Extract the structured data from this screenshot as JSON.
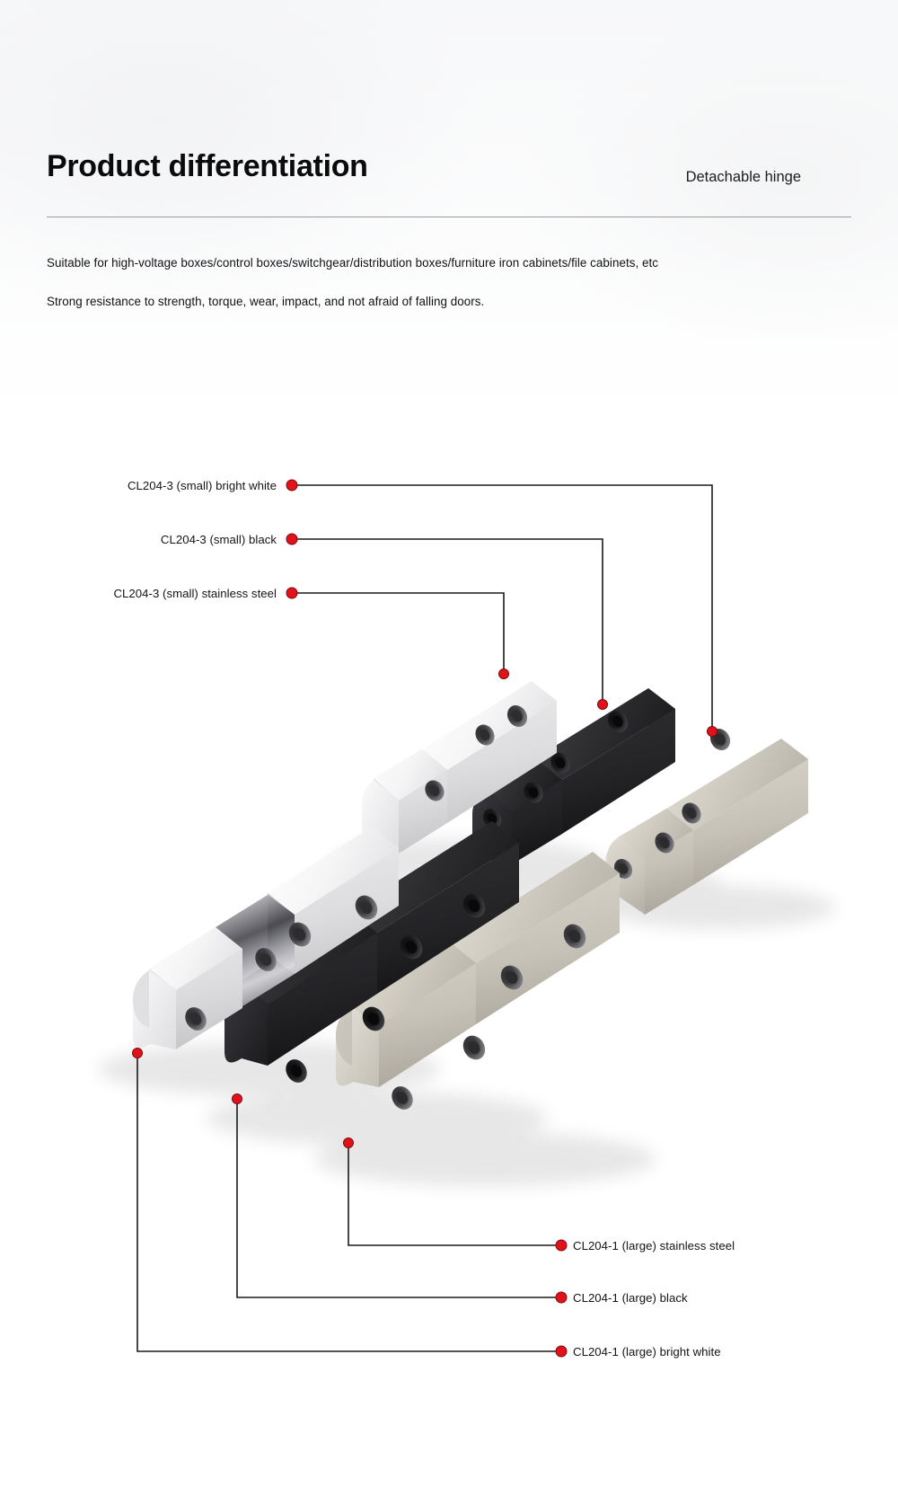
{
  "header": {
    "title": "Product differentiation",
    "subtitle": "Detachable hinge"
  },
  "body": {
    "paragraphs": [
      "Suitable for high-voltage boxes/control boxes/switchgear/distribution boxes/furniture iron cabinets/file cabinets, etc",
      "Strong resistance to strength, torque, wear, impact, and not afraid of falling doors."
    ]
  },
  "callouts": {
    "accent_color": "#e1121a",
    "line_color": "#1a1a1a",
    "left": [
      {
        "label": "CL204-3 (small) bright white",
        "marker": "callout-dot"
      },
      {
        "label": "CL204-3 (small) black",
        "marker": "callout-dot"
      },
      {
        "label": "CL204-3 (small) stainless steel",
        "marker": "callout-dot"
      }
    ],
    "right": [
      {
        "label": "CL204-1 (large) stainless steel",
        "marker": "callout-dot"
      },
      {
        "label": "CL204-1 (large) black",
        "marker": "callout-dot"
      },
      {
        "label": "CL204-1 (large) bright white",
        "marker": "callout-dot"
      }
    ]
  },
  "products": {
    "small_white": {
      "name": "CL204-3 (small) bright white",
      "color": "#f3f3f3"
    },
    "small_black": {
      "name": "CL204-3 (small) black",
      "color": "#2b2b2d"
    },
    "small_steel": {
      "name": "CL204-3 (small) stainless steel",
      "color": "#cdc9bf"
    },
    "large_white": {
      "name": "CL204-1 (large) bright white",
      "color": "#f2f2f3"
    },
    "large_black": {
      "name": "CL204-1 (large) black",
      "color": "#29292b"
    },
    "large_steel": {
      "name": "CL204-1 (large) stainless steel",
      "color": "#cbc7bd"
    }
  }
}
